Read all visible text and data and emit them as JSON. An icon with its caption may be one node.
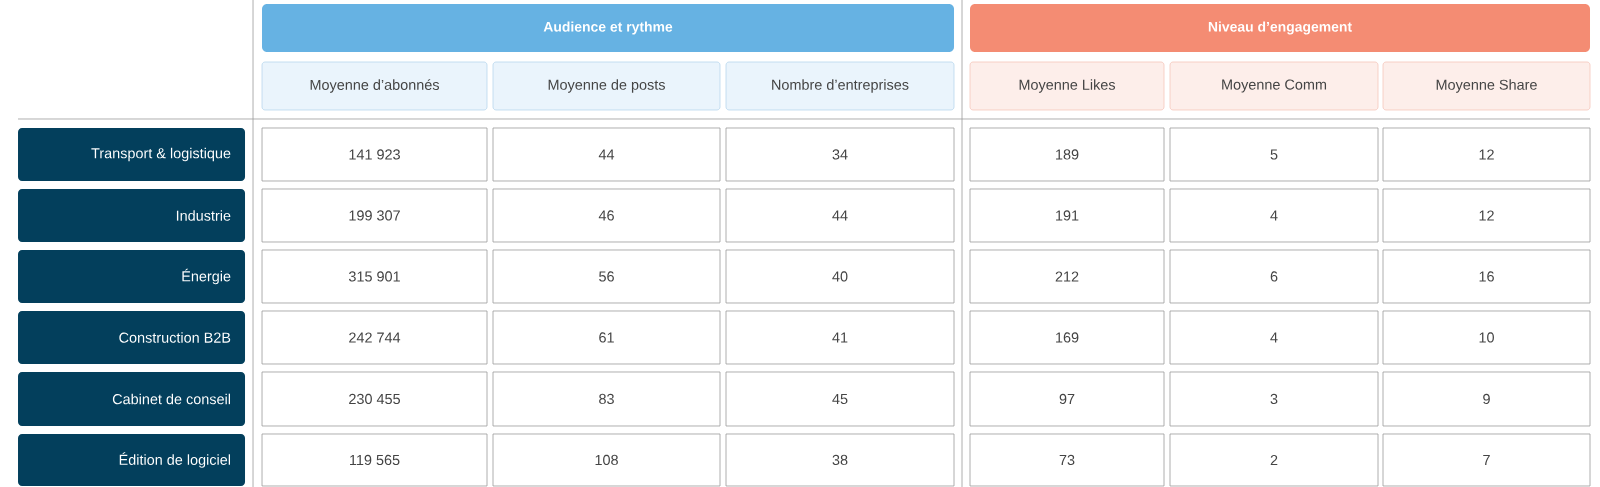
{
  "diagram": {
    "nodes": [
      {
        "text": [
          "Audience et rythme"
        ]
      },
      {
        "text": [
          "Niveau d’engagement"
        ]
      },
      {
        "text": [
          "Moyenne d’abonnés"
        ]
      },
      {
        "text": [
          "Moyenne de posts"
        ]
      },
      {
        "text": [
          "Nombre d’entreprises"
        ]
      },
      {
        "text": [
          "Moyenne Likes"
        ]
      },
      {
        "text": [
          "Moyenne Comm"
        ]
      },
      {
        "text": [
          "Moyenne Share"
        ]
      },
      {
        "text": [
          "Transport & logistique"
        ]
      },
      {
        "text": [
          "141 923"
        ]
      },
      {
        "text": [
          "44"
        ]
      },
      {
        "text": [
          "34"
        ]
      },
      {
        "text": [
          "189"
        ]
      },
      {
        "text": [
          "5"
        ]
      },
      {
        "text": [
          "12"
        ]
      },
      {
        "text": [
          "Industrie"
        ]
      },
      {
        "text": [
          "199 307"
        ]
      },
      {
        "text": [
          "46"
        ]
      },
      {
        "text": [
          "44"
        ]
      },
      {
        "text": [
          "191"
        ]
      },
      {
        "text": [
          "4"
        ]
      },
      {
        "text": [
          "12"
        ]
      },
      {
        "text": [
          "Énergie"
        ]
      },
      {
        "text": [
          "315 901"
        ]
      },
      {
        "text": [
          "56"
        ]
      },
      {
        "text": [
          "40"
        ]
      },
      {
        "text": [
          "212"
        ]
      },
      {
        "text": [
          "6"
        ]
      },
      {
        "text": [
          "16"
        ]
      },
      {
        "text": [
          "Construction B2B"
        ]
      },
      {
        "text": [
          "242 744"
        ]
      },
      {
        "text": [
          "61"
        ]
      },
      {
        "text": [
          "41"
        ]
      },
      {
        "text": [
          "169"
        ]
      },
      {
        "text": [
          "4"
        ]
      },
      {
        "text": [
          "10"
        ]
      },
      {
        "text": [
          "Cabinet de conseil"
        ]
      },
      {
        "text": [
          "230 455"
        ]
      },
      {
        "text": [
          "83"
        ]
      },
      {
        "text": [
          "45"
        ]
      },
      {
        "text": [
          "97"
        ]
      },
      {
        "text": [
          "3"
        ]
      },
      {
        "text": [
          "9"
        ]
      },
      {
        "text": [
          "Édition de logiciel"
        ]
      },
      {
        "text": [
          "119 565"
        ]
      },
      {
        "text": [
          "108"
        ]
      },
      {
        "text": [
          "38"
        ]
      },
      {
        "text": [
          "73"
        ]
      },
      {
        "text": [
          "2"
        ]
      },
      {
        "text": [
          "7"
        ]
      }
    ]
  }
}
